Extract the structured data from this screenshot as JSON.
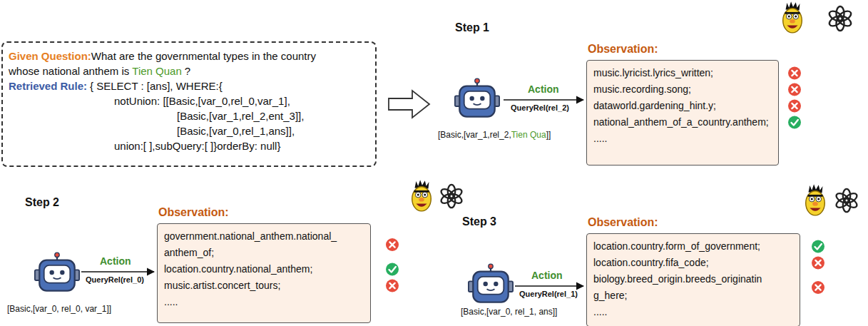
{
  "diagram": {
    "nodes": [
      {
        "text": [
          "Given Question:",
          "What are the governmental types in the country",
          "whose national anthem is",
          "Tien Quan",
          "?",
          "Retrieved Rule:",
          "{ SELECT : [ans], WHERE:{",
          "notUnion: [[Basic,[var_0,rel_0,var_1],",
          "[Basic,[var_1,rel_2,ent_3]],",
          "[Basic,[var_0,rel_1,ans]],",
          "union:[ ],subQuery:[ ]}orderBy: null}"
        ]
      },
      {
        "text": [
          "Observation:",
          "music.lyricist.lyrics_written;",
          "music.recording.song;",
          "dataworld.gardening_hint.y;",
          "national_anthem_of_a_country.anthem;",
          "....."
        ]
      },
      {
        "text": [
          "Observation:",
          "government.national_anthem.national_ anthem_of;",
          "location.country.national_anthem;",
          "music.artist.concert_tours;",
          "....."
        ]
      },
      {
        "text": [
          "Observation:",
          "location.country.form_of_government;",
          "location.country.fifa_code;",
          "biology.breed_origin.breeds_originatin g_here;",
          "....."
        ]
      }
    ],
    "labels": [
      "Step 1",
      "Action",
      "QueryRel(rel_2)",
      "[Basic,[var_1,rel_2,",
      "Tien Qua",
      "]]",
      "Step 2",
      "Action",
      "QueryRel(rel_0)",
      "[Basic,[var_0, rel_0, var_1]]",
      "Step 3",
      "Action",
      "QueryRel(rel_1)",
      "[Basic,[var_0, rel_1, ans]]"
    ]
  }
}
